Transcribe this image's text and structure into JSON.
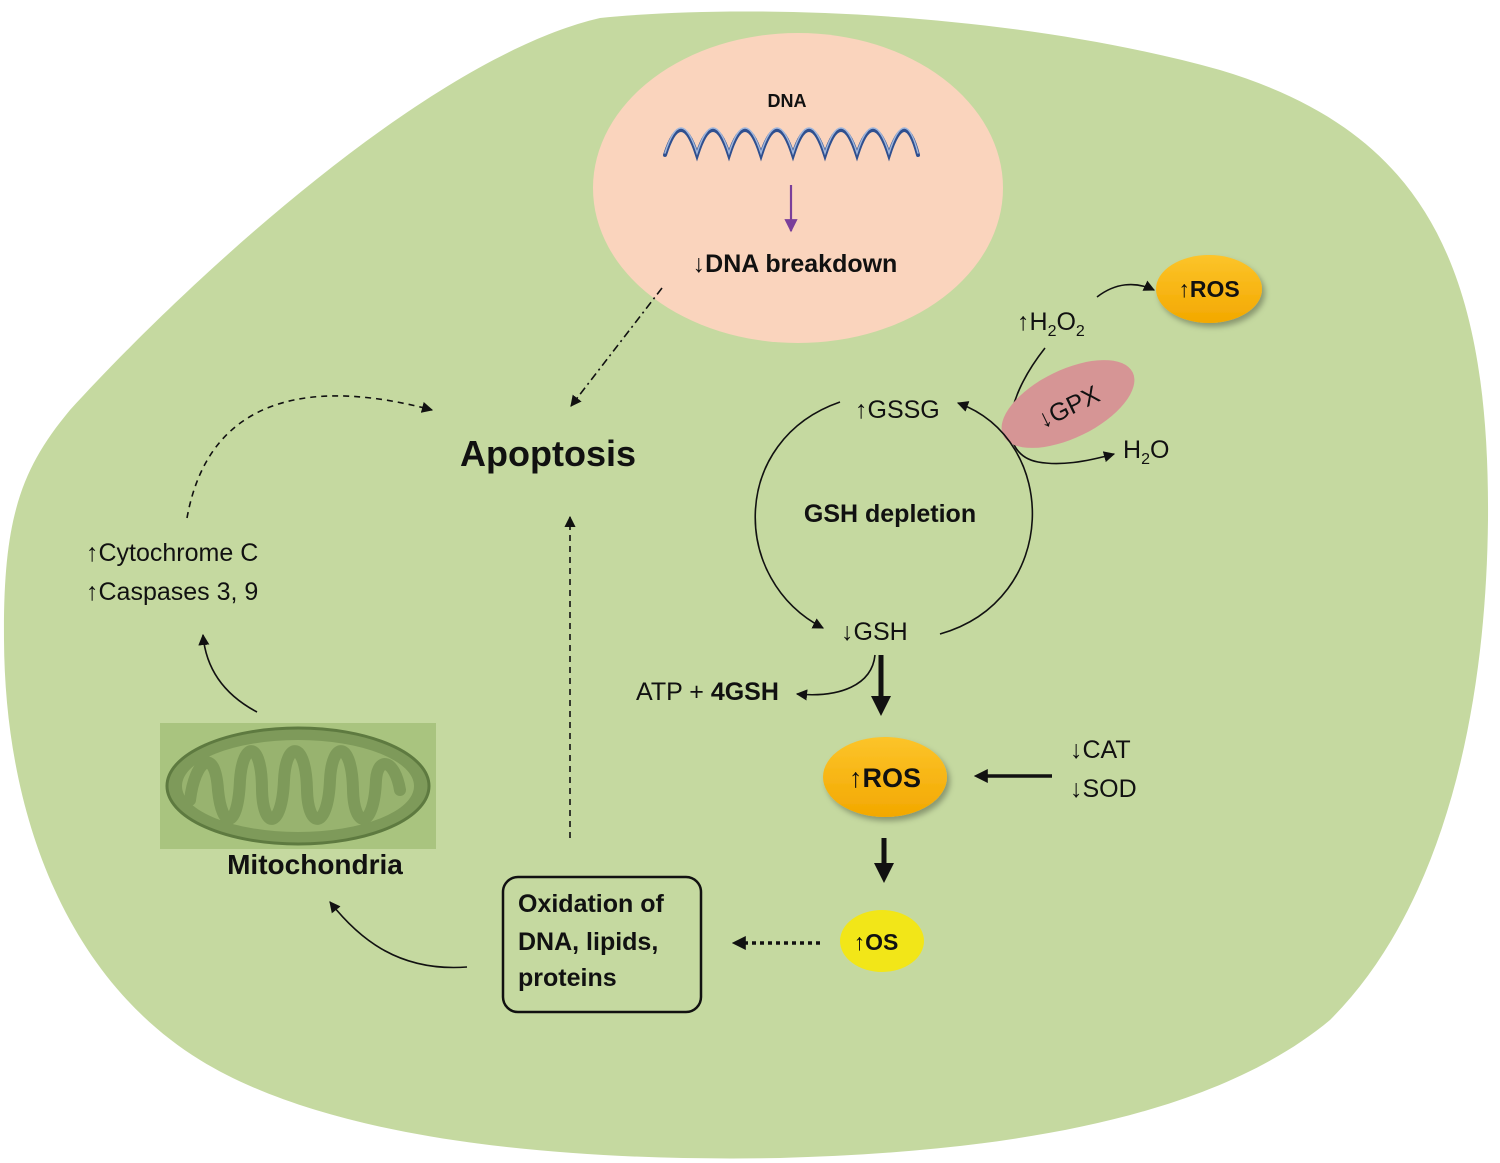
{
  "nodes": {
    "dna_title": "DNA",
    "dna_breakdown": "DNA breakdown",
    "apoptosis": "Apoptosis",
    "h2o2_main": "H",
    "h2o2_sub1": "2",
    "h2o2_o": "O",
    "h2o2_sub2": "2",
    "ros_top": "ROS",
    "gpx": "GPX",
    "h2o_main": "H",
    "h2o_sub": "2",
    "h2o_o": "O",
    "gssg": "GSSG",
    "gsh_depletion": "GSH depletion",
    "gsh": "GSH",
    "atp": "ATP + ",
    "atp_gsh": "4GSH",
    "ros_center": "ROS",
    "cat": "CAT",
    "sod": "SOD",
    "os": "OS",
    "oxidation_line1": "Oxidation of",
    "oxidation_line2": "DNA, lipids,",
    "oxidation_line3": "proteins",
    "cytochrome": "Cytochrome C",
    "caspases": "Caspases 3, 9",
    "mitochondria": "Mitochondria"
  },
  "symbols": {
    "up": "↑",
    "down": "↓"
  },
  "colors": {
    "cell_fill": "#c5d9a0",
    "nucleus_fill": "#fad4bd",
    "ros_fill": "#fbb80f",
    "os_fill": "#f2e618",
    "gpx_fill": "#d69595",
    "mito_bg": "#a9c47f",
    "mito_fill": "#7e9a5a",
    "dna_blue": "#2f4f8f",
    "purple_arrow": "#7a3f9a"
  }
}
